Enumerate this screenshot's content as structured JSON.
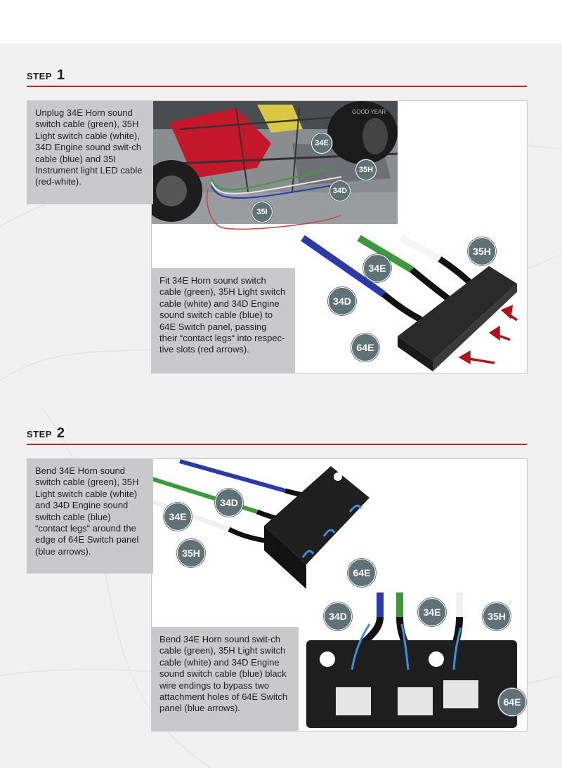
{
  "step1": {
    "word": "STEP",
    "number": "1",
    "text_a": "Unplug 34E Horn sound switch cable (green), 35H Light switch cable (white), 34D Engine sound swit-ch cable (blue) and 35I Instrument light LED cable (red-white).",
    "text_b": "Fit 34E Horn sound switch cable (green), 35H Light switch cable (white) and 34D Engine sound switch cable (blue) to 64E Switch panel, passing their “contact legs“ into respec-tive slots (red arrows).",
    "callouts_top": [
      "34E",
      "35H",
      "34D",
      "35I"
    ],
    "callouts_bottom": [
      "35H",
      "34E",
      "34D",
      "64E"
    ],
    "tyre_text": "GOOD YEAR"
  },
  "step2": {
    "word": "STEP",
    "number": "2",
    "text_a": "Bend 34E Horn sound switch cable (green), 35H Light switch cable (white) and 34D Engine sound switch cable (blue) “contact legs“ around the edge of 64E Switch panel (blue arrows).",
    "text_b": "Bend 34E Horn sound swit-ch cable (green), 35H Light switch cable (white) and 34D Engine sound switch cable (blue) black wire endings to bypass two attachment holes of 64E Switch panel (blue arrows).",
    "callouts_top": [
      "34D",
      "34E",
      "35H",
      "64E"
    ],
    "callouts_bottom": [
      "34D",
      "34E",
      "35H",
      "64E"
    ]
  },
  "colors": {
    "accent_red": "#b3282d",
    "callout": "#5f7275",
    "cable_blue": "#2a3aa8",
    "cable_green": "#3c9a3a",
    "arrow_red": "#b0151b",
    "arrow_blue": "#3a8fe0"
  }
}
